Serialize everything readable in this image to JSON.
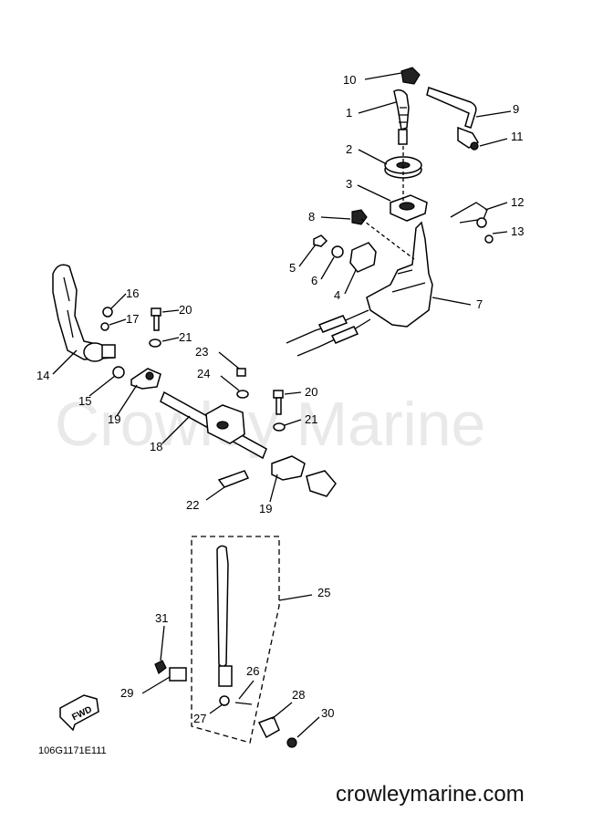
{
  "watermark": "Crowley Marine",
  "diagram_code": "106G1171E111",
  "footer_url": "crowleymarine.com",
  "fwd_label": "FWD",
  "callouts": [
    {
      "id": "c10",
      "text": "10"
    },
    {
      "id": "c1",
      "text": "1"
    },
    {
      "id": "c9",
      "text": "9"
    },
    {
      "id": "c11",
      "text": "11"
    },
    {
      "id": "c2",
      "text": "2"
    },
    {
      "id": "c3",
      "text": "3"
    },
    {
      "id": "c12",
      "text": "12"
    },
    {
      "id": "c8",
      "text": "8"
    },
    {
      "id": "c13",
      "text": "13"
    },
    {
      "id": "c5",
      "text": "5"
    },
    {
      "id": "c6",
      "text": "6"
    },
    {
      "id": "c4",
      "text": "4"
    },
    {
      "id": "c7",
      "text": "7"
    },
    {
      "id": "c16",
      "text": "16"
    },
    {
      "id": "c17",
      "text": "17"
    },
    {
      "id": "c20a",
      "text": "20"
    },
    {
      "id": "c21a",
      "text": "21"
    },
    {
      "id": "c14",
      "text": "14"
    },
    {
      "id": "c23",
      "text": "23"
    },
    {
      "id": "c24",
      "text": "24"
    },
    {
      "id": "c15",
      "text": "15"
    },
    {
      "id": "c19a",
      "text": "19"
    },
    {
      "id": "c20b",
      "text": "20"
    },
    {
      "id": "c21b",
      "text": "21"
    },
    {
      "id": "c18",
      "text": "18"
    },
    {
      "id": "c22",
      "text": "22"
    },
    {
      "id": "c19b",
      "text": "19"
    },
    {
      "id": "c25",
      "text": "25"
    },
    {
      "id": "c31",
      "text": "31"
    },
    {
      "id": "c26",
      "text": "26"
    },
    {
      "id": "c29",
      "text": "29"
    },
    {
      "id": "c28",
      "text": "28"
    },
    {
      "id": "c27",
      "text": "27"
    },
    {
      "id": "c30",
      "text": "30"
    }
  ]
}
